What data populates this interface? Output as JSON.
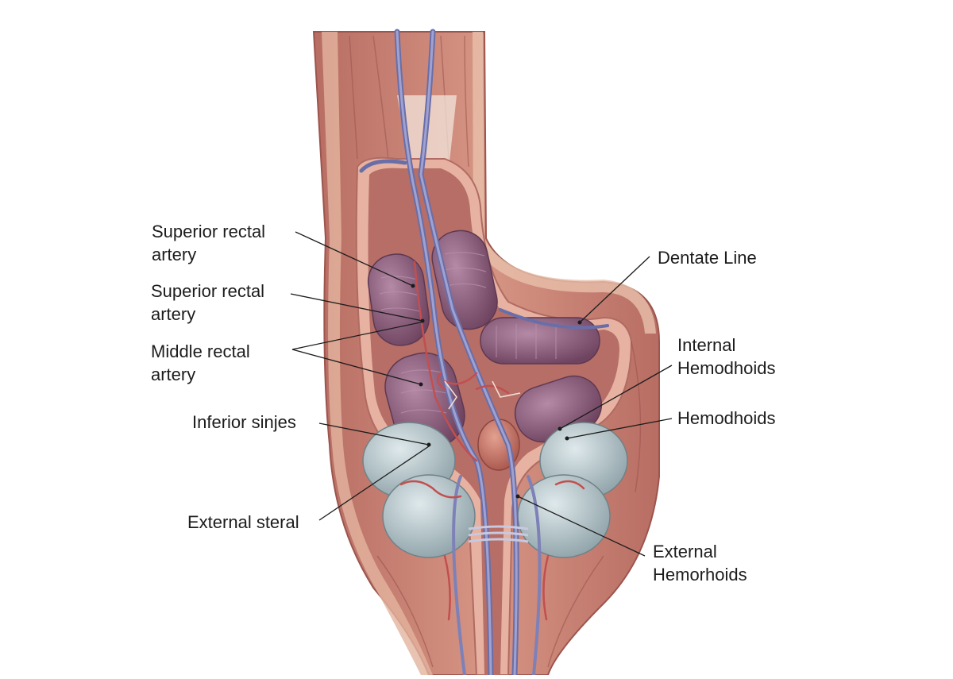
{
  "labels": {
    "superior_rectal_artery_1": "Superior rectal\nartery",
    "superior_rectal_artery_2": "Superior rectal\nartery",
    "middle_rectal_artery": "Middle rectal\nartery",
    "inferior_sinjes": "Inferior sinjes",
    "external_steral": "External steral",
    "dentate_line": "Dentate Line",
    "internal_hemodhoids": "Internal\nHemodhoids",
    "hemodhoids": "Hemodhoids",
    "external_hemorhoids": "External\nHemorhoids"
  },
  "colors": {
    "muscle": "#c98378",
    "muscle_dark": "#a95e55",
    "mucosa": "#e9b8a6",
    "lumen": "#b56a62",
    "vein": "#7f83b8",
    "artery": "#c95c5c",
    "hemorrhoid": "#8e5f7d",
    "cushion": "#aebfc4",
    "leader": "#1c1c1c"
  }
}
